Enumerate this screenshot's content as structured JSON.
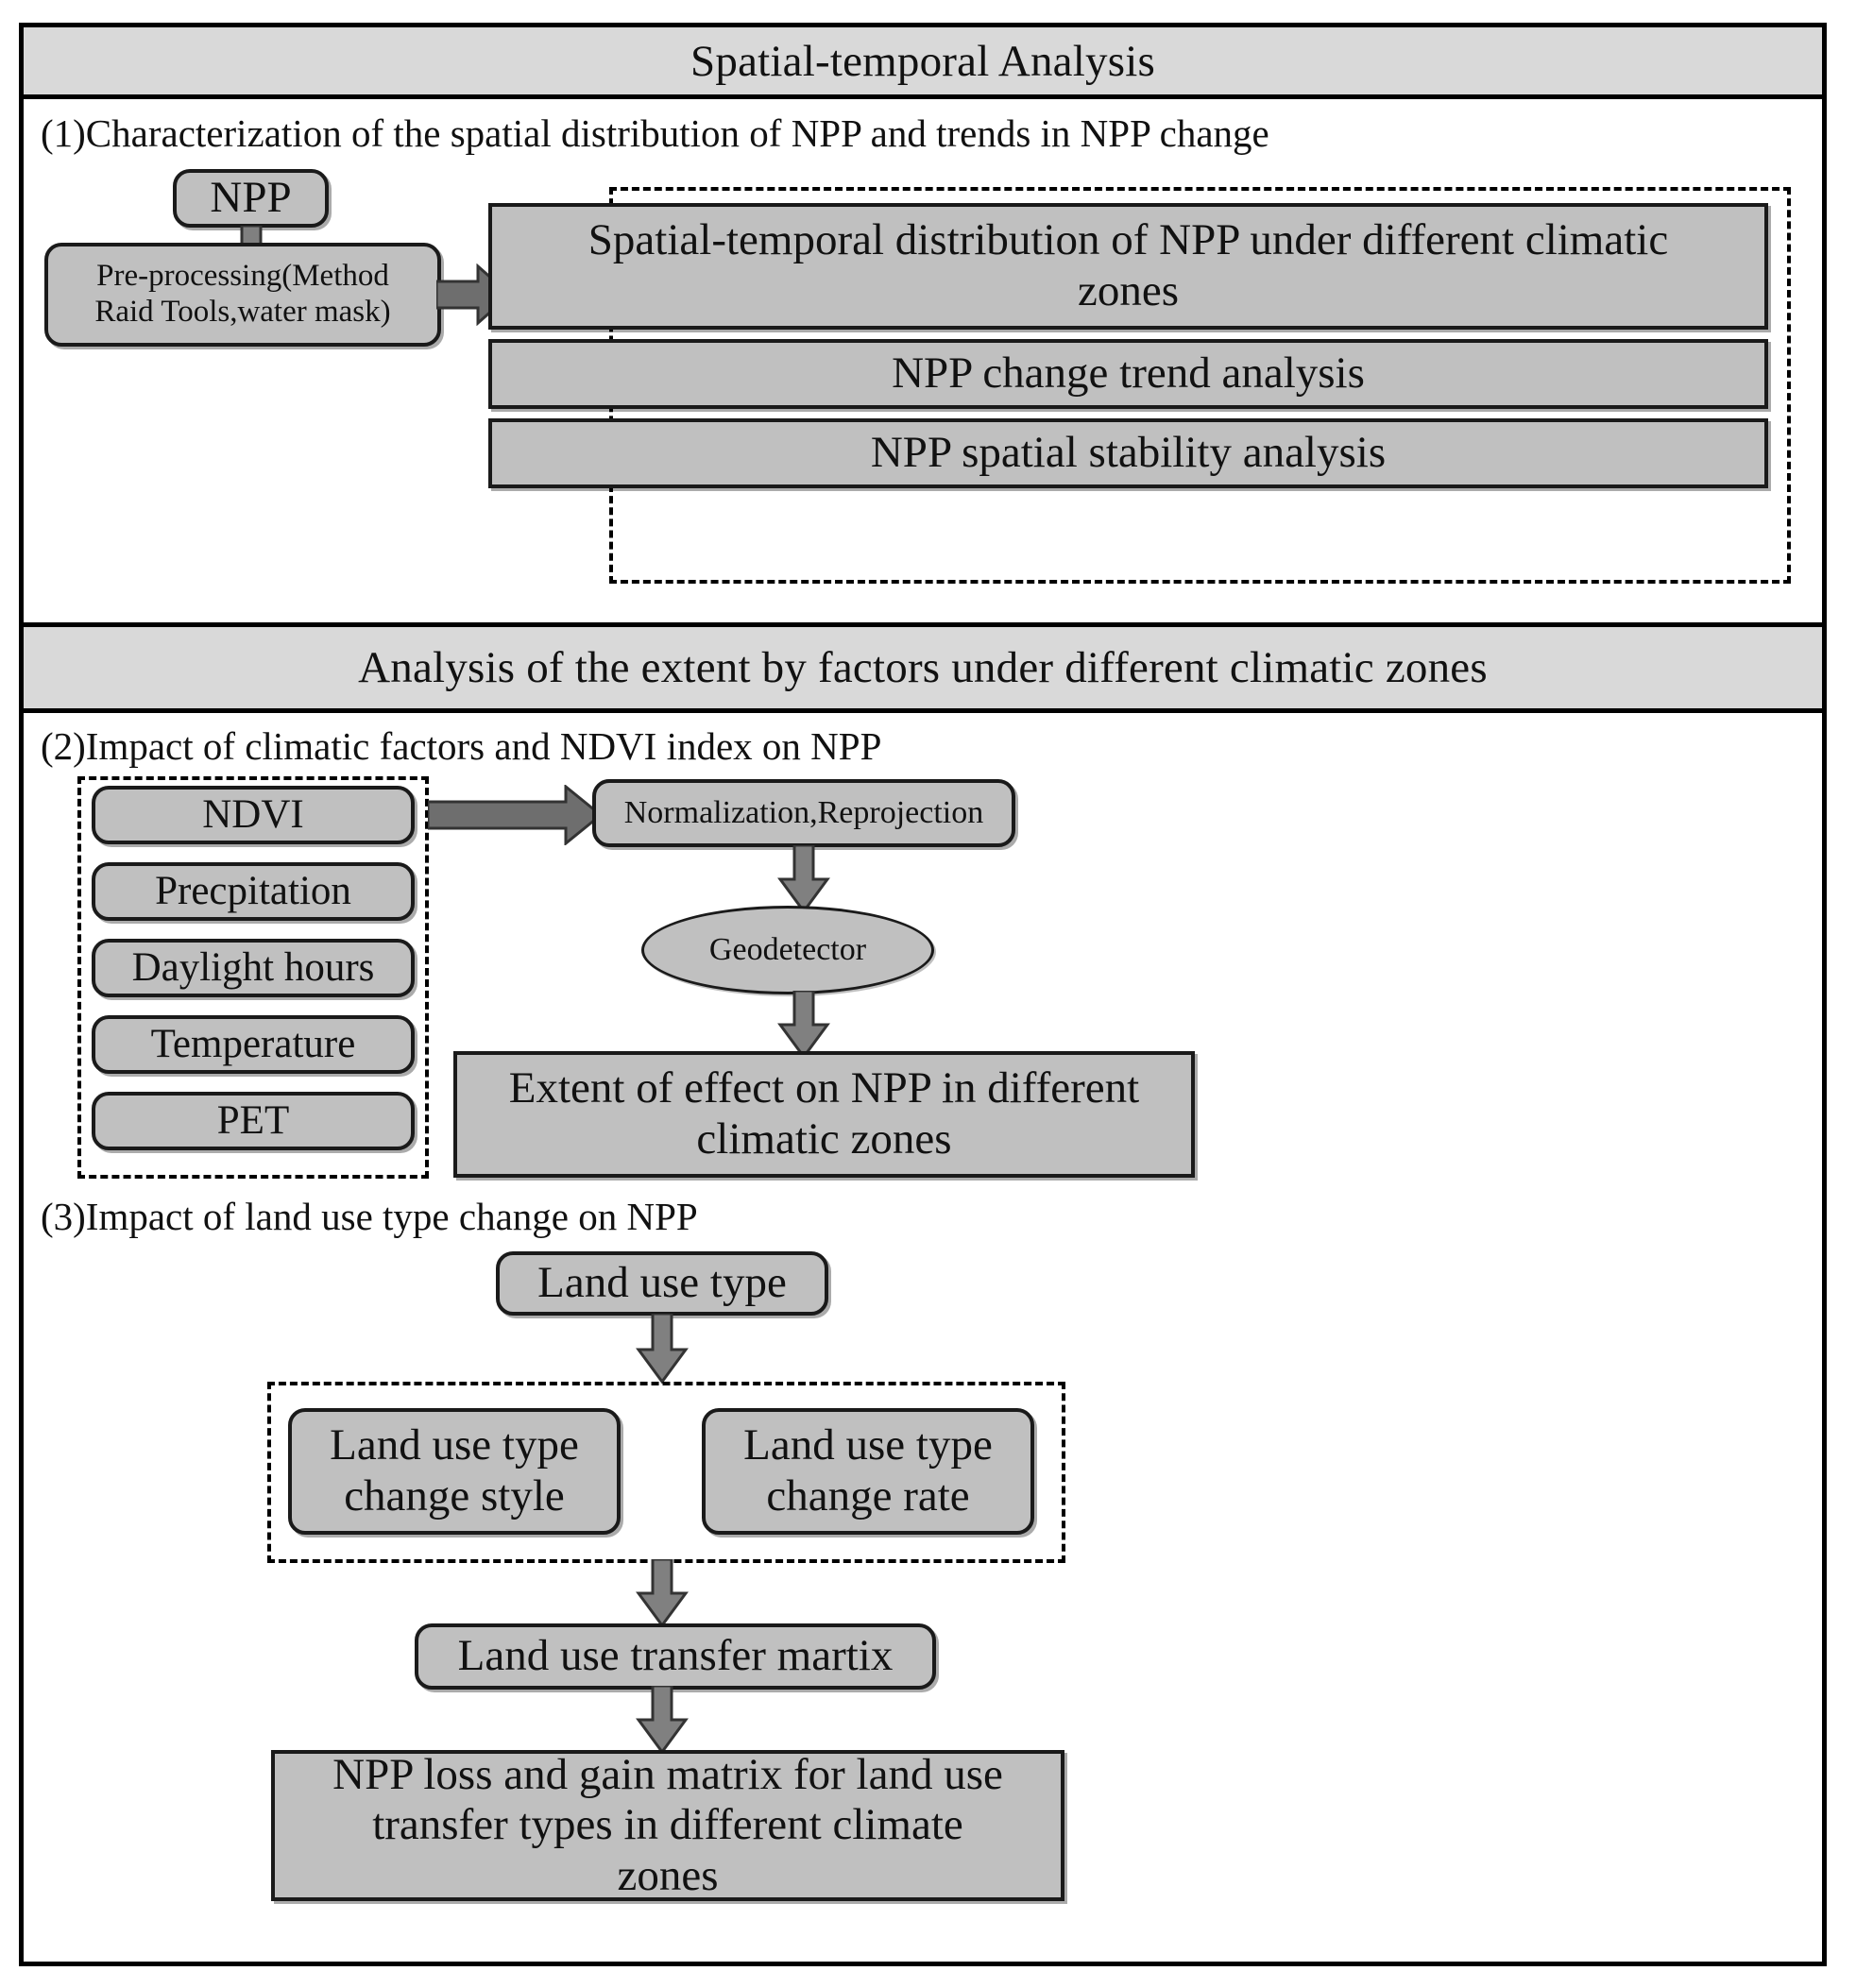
{
  "figure": {
    "type": "flowchart",
    "title": "Spatial-temporal Analysis research framework"
  },
  "sections": [
    {
      "id": "section-1",
      "band_label": "Spatial-temporal Analysis",
      "caption": "(1)Characterization of the spatial distribution of NPP and trends in NPP change",
      "nodes": {
        "npp": "NPP",
        "preprocessing": "Pre-processing(Method Raid Tools,water mask)",
        "outputs": [
          "Spatial-temporal distribution of NPP under different climatic zones",
          "NPP change trend analysis",
          "NPP spatial stability analysis"
        ]
      }
    },
    {
      "id": "section-2",
      "band_label": "Analysis of the extent by factors under different climatic zones",
      "caption": "(2)Impact of climatic factors and NDVI index on NPP",
      "factors": [
        "NDVI",
        "Precpitation",
        "Daylight hours",
        "Temperature",
        "PET"
      ],
      "nodes": {
        "processing": "Normalization,Reprojection",
        "method": "Geodetector",
        "result": "Extent of effect on NPP in different climatic zones"
      }
    },
    {
      "id": "section-3",
      "caption": "(3)Impact of land use type change on NPP",
      "nodes": {
        "source": "Land use type",
        "branches": [
          "Land use type change style",
          "Land use type change rate"
        ],
        "matrix": "Land use transfer martix",
        "result": "NPP loss and gain matrix for land use transfer types in different climate zones"
      }
    }
  ],
  "colors": {
    "node_fill": "#c0c0c0",
    "band_fill": "#d9d9d9",
    "arrow_fill": "#808080",
    "outline": "#1a1a1a",
    "page": "#ffffff"
  }
}
